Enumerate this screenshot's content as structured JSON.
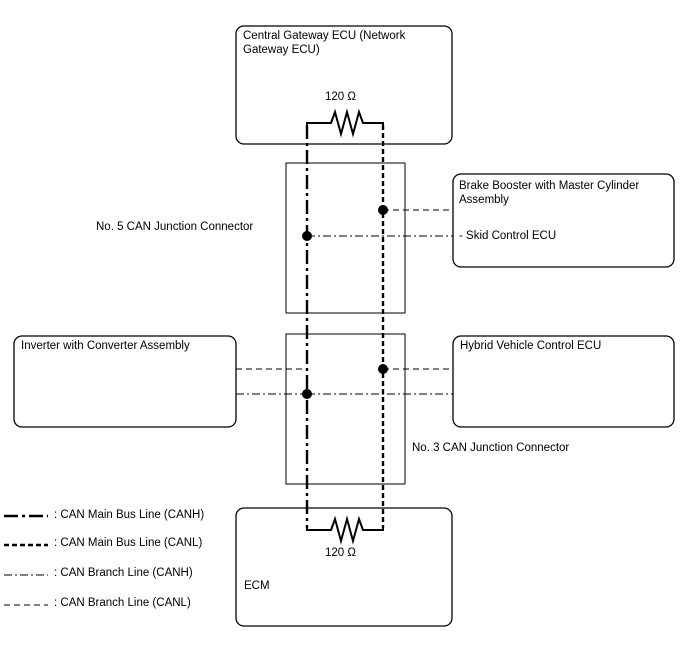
{
  "ecus": {
    "gateway": "Central Gateway ECU (Network\nGateway ECU)",
    "brake_booster": "Brake Booster with Master Cylinder\nAssembly",
    "skid_control": "- Skid Control ECU",
    "inverter": "Inverter with Converter Assembly",
    "hybrid": "Hybrid Vehicle Control ECU",
    "ecm": "ECM"
  },
  "connectors": {
    "no5": "No. 5 CAN Junction Connector",
    "no3": "No. 3 CAN Junction Connector"
  },
  "resistors": {
    "top": "120 Ω",
    "bottom": "120 Ω"
  },
  "legend": [
    {
      "label": ": CAN Main Bus Line (CANH)",
      "style": "main-canh"
    },
    {
      "label": ": CAN Main Bus Line (CANL)",
      "style": "main-canl"
    },
    {
      "label": ": CAN Branch Line (CANH)",
      "style": "branch-canh"
    },
    {
      "label": ": CAN Branch Line (CANL)",
      "style": "branch-canl"
    }
  ],
  "colors": {
    "line": "#000000",
    "box_border": "#000000"
  }
}
